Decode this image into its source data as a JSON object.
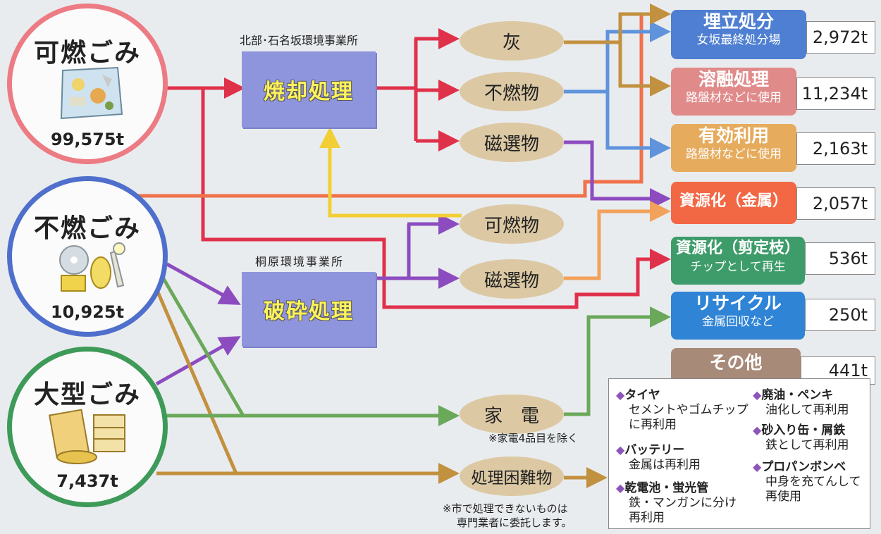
{
  "sources": {
    "combustible": {
      "title": "可燃ごみ",
      "amount": "99,575t"
    },
    "noncombustible": {
      "title": "不燃ごみ",
      "amount": "10,925t"
    },
    "bulky": {
      "title": "大型ごみ",
      "amount": "7,437t"
    }
  },
  "facilities": {
    "north": {
      "label": "北部･石名坂環境事業所",
      "process": "焼却処理"
    },
    "kirihara": {
      "label": "桐原環境事業所",
      "process": "破砕処理"
    }
  },
  "intermediates": {
    "ash": "灰",
    "incombustibles": "不燃物",
    "magnetic1": "磁選物",
    "combustibles": "可燃物",
    "magnetic2": "磁選物",
    "appliances": "家　電",
    "difficult": "処理困難物"
  },
  "notes": {
    "appliances": "※家電4品目を除く",
    "difficult_1": "※市で処理できないものは",
    "difficult_2": "専門業者に委託します。"
  },
  "destinations": [
    {
      "title": "埋立処分",
      "sub": "女坂最終処分場",
      "amount": "2,972t",
      "color": "#4f7fd2"
    },
    {
      "title": "溶融処理",
      "sub": "路盤材などに使用",
      "amount": "11,234t",
      "color": "#e08a8a"
    },
    {
      "title": "有効利用",
      "sub": "路盤材などに使用",
      "amount": "2,163t",
      "color": "#e6ab5d"
    },
    {
      "title": "資源化（金属）",
      "sub": "",
      "amount": "2,057t",
      "color": "#f26845"
    },
    {
      "title": "資源化（剪定枝）",
      "sub": "チップとして再生",
      "amount": "536t",
      "color": "#3e9c6a"
    },
    {
      "title": "リサイクル",
      "sub": "金属回収など",
      "amount": "250t",
      "color": "#2f84d6"
    },
    {
      "title": "その他",
      "sub": "",
      "amount": "441t",
      "color": "#a88a78"
    }
  ],
  "other_items": [
    {
      "head": "タイヤ",
      "lines": [
        "セメントやゴムチップ",
        "に再利用"
      ]
    },
    {
      "head": "バッテリー",
      "lines": [
        "金属は再利用"
      ]
    },
    {
      "head": "乾電池・蛍光管",
      "lines": [
        "鉄・マンガンに分け",
        "再利用"
      ]
    },
    {
      "head": "廃油・ペンキ",
      "lines": [
        "油化して再利用"
      ]
    },
    {
      "head": "砂入り缶・屑鉄",
      "lines": [
        "鉄として再利用"
      ]
    },
    {
      "head": "プロパンボンベ",
      "lines": [
        "中身を充てんして",
        "再使用"
      ]
    }
  ],
  "bullet": "◆",
  "colors": {
    "red": "#e0314b",
    "orange": "#f0714a",
    "purple": "#8c4cc0",
    "yellow": "#f2cf34",
    "blue": "#5f93dc",
    "brown": "#c2913f",
    "green": "#6aa85a",
    "lightOrange": "#f2a25a"
  }
}
